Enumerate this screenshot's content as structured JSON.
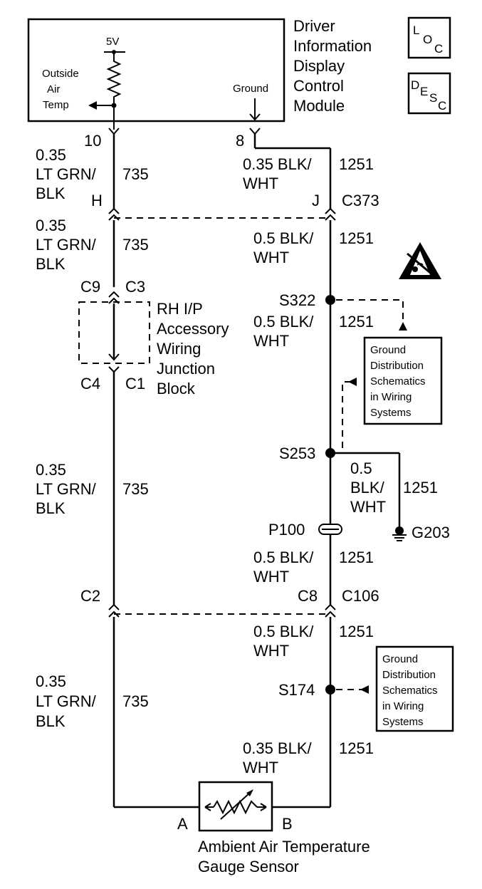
{
  "module": {
    "title_lines": [
      "Driver",
      "Information",
      "Display",
      "Control",
      "Module"
    ],
    "supply": "5V",
    "oat_lines": [
      "Outside",
      "Air",
      "Temp"
    ],
    "ground": "Ground",
    "pin_left": "10",
    "pin_right": "8"
  },
  "loc_icon": {
    "letters": [
      "L",
      "O",
      "C"
    ]
  },
  "desc_icon": {
    "letters": [
      "D",
      "E",
      "S",
      "C"
    ]
  },
  "left_wire": {
    "seg1": {
      "size": "0.35",
      "color_lines": [
        "LT GRN/",
        "BLK"
      ],
      "circuit": "735"
    },
    "seg2": {
      "size": "0.35",
      "color_lines": [
        "LT GRN/",
        "BLK"
      ],
      "circuit": "735"
    },
    "seg3": {
      "size": "0.35",
      "color_lines": [
        "LT GRN/",
        "BLK"
      ],
      "circuit": "735"
    },
    "seg4": {
      "size": "0.35",
      "color_lines": [
        "LT GRN/",
        "BLK"
      ],
      "circuit": "735"
    }
  },
  "right_wire": {
    "seg1": {
      "lines": [
        "0.35 BLK/",
        "WHT"
      ],
      "circuit": "1251"
    },
    "seg2": {
      "lines": [
        "0.5 BLK/",
        "WHT"
      ],
      "circuit": "1251"
    },
    "seg3": {
      "lines": [
        "0.5 BLK/",
        "WHT"
      ],
      "circuit": "1251"
    },
    "seg4": {
      "lines": [
        "0.5 BLK/",
        "WHT"
      ],
      "circuit": "1251"
    },
    "seg5": {
      "lines": [
        "0.5 BLK/",
        "WHT"
      ],
      "circuit": "1251"
    },
    "seg6": {
      "lines": [
        "0.35 BLK/",
        "WHT"
      ],
      "circuit": "1251"
    },
    "branch": {
      "lines": [
        "0.5",
        "BLK/",
        "WHT"
      ],
      "circuit": "1251"
    }
  },
  "connectors": {
    "c373": {
      "name": "C373",
      "pin_left": "H",
      "pin_right": "J"
    },
    "junction_block": {
      "lines": [
        "RH I/P",
        "Accessory",
        "Wiring",
        "Junction",
        "Block"
      ],
      "top_left": "C9",
      "top_right": "C3",
      "bottom_left": "C4",
      "bottom_right": "C1"
    },
    "c106": {
      "name": "C106",
      "pin_left": "C2",
      "pin_right": "C8"
    }
  },
  "splices": {
    "s322": "S322",
    "s253": "S253",
    "s174": "S174"
  },
  "p100": "P100",
  "g203": "G203",
  "ref_box_1": {
    "lines": [
      "Ground",
      "Distribution",
      "Schematics",
      "in Wiring",
      "Systems"
    ]
  },
  "ref_box_2": {
    "lines": [
      "Ground",
      "Distribution",
      "Schematics",
      "in Wiring",
      "Systems"
    ]
  },
  "sensor": {
    "pin_a": "A",
    "pin_b": "B",
    "name_lines": [
      "Ambient Air Temperature",
      "Gauge Sensor"
    ]
  }
}
